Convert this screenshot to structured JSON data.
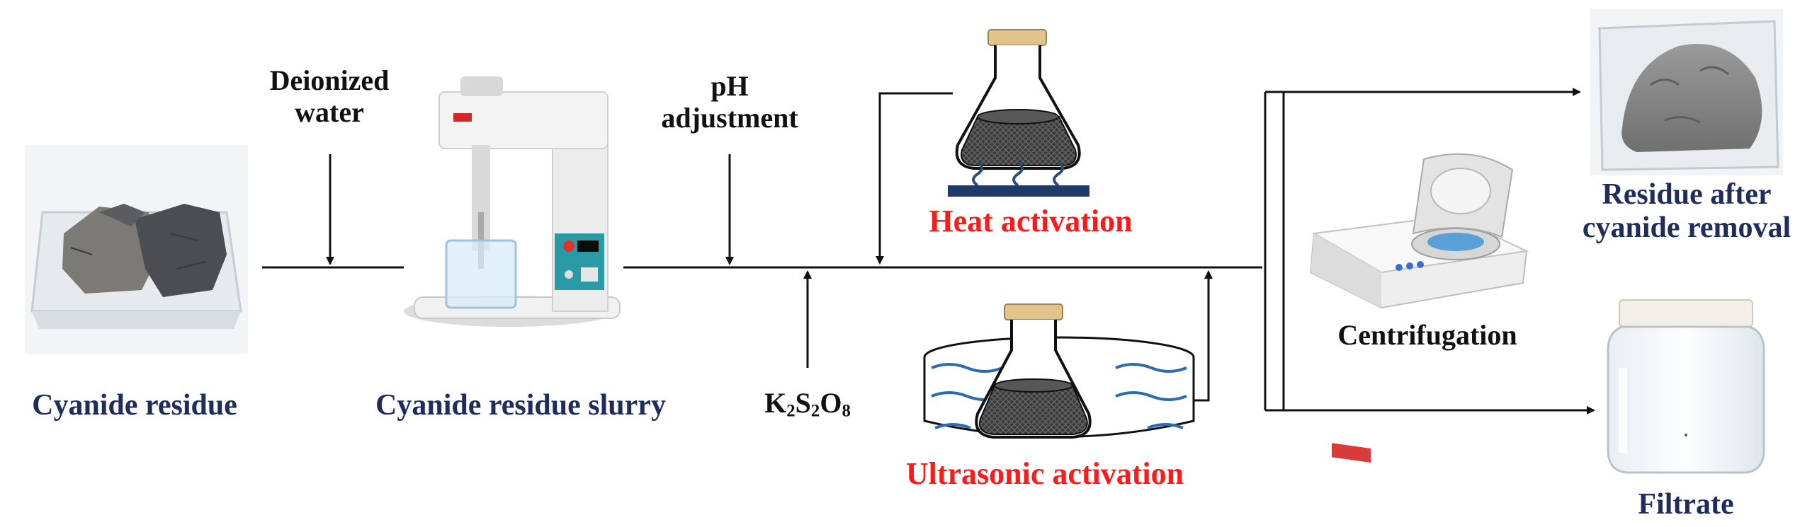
{
  "labels": {
    "cyanide_residue": "Cyanide residue",
    "deionized_water_l1": "Deionized",
    "deionized_water_l2": "water",
    "slurry": "Cyanide residue slurry",
    "ph_l1": "pH",
    "ph_l2": "adjustment",
    "oxidant": {
      "k": "K",
      "k_sub": "2",
      "s": "S",
      "s_sub": "2",
      "o": "O",
      "o_sub": "8"
    },
    "heat_activation": "Heat activation",
    "ultrasonic_activation": "Ultrasonic activation",
    "centrifugation": "Centrifugation",
    "residue_after_l1": "Residue after",
    "residue_after_l2": "cyanide removal",
    "filtrate": "Filtrate"
  },
  "colors": {
    "navy_label": "#1f2d5c",
    "red_label": "#ff1a1a",
    "line": "#111111",
    "flask_liquid": "#3a3a3a",
    "heater_plate": "#1e3a66",
    "water_wave": "#2b6cb0"
  },
  "icons": [
    "cyanide-residue-photo",
    "stirrer-mixer-icon",
    "heated-flask-icon",
    "ultrasonic-bath-flask-icon",
    "centrifuge-icon",
    "residue-powder-photo",
    "filtrate-bottle-photo"
  ]
}
